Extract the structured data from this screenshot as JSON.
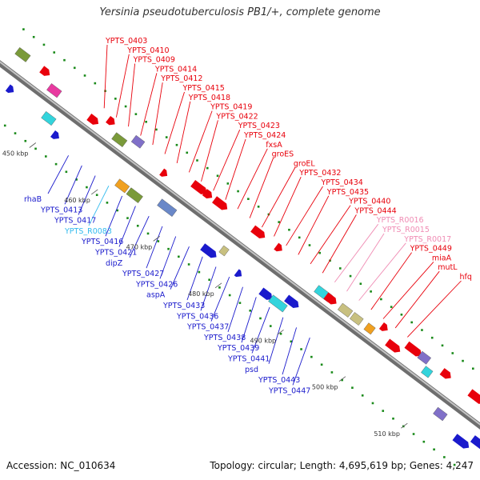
{
  "title": "Yersinia pseudotuberculosis PB1/+, complete genome",
  "footer": {
    "accession": "Accession: NC_010634",
    "summary": "Topology: circular; Length: 4,695,619 bp; Genes: 4,247"
  },
  "colors": {
    "forward_gene": "#e8000b",
    "reverse_gene": "#0000dd",
    "rna_gene": "#f08cb4",
    "tRNA_label": "#33bbee",
    "backbone": "#8a8a8a"
  },
  "ticks": [
    "450 kbp",
    "460 kbp",
    "470 kbp",
    "480 kbp",
    "490 kbp",
    "500 kbp",
    "510 kbp"
  ],
  "outer_labels": [
    {
      "text": "YPTS_0403",
      "color": "red"
    },
    {
      "text": "YPTS_0410",
      "color": "red"
    },
    {
      "text": "YPTS_0409",
      "color": "red"
    },
    {
      "text": "YPTS_0414",
      "color": "red"
    },
    {
      "text": "YPTS_0412",
      "color": "red"
    },
    {
      "text": "YPTS_0415",
      "color": "red"
    },
    {
      "text": "YPTS_0418",
      "color": "red"
    },
    {
      "text": "YPTS_0419",
      "color": "red"
    },
    {
      "text": "YPTS_0422",
      "color": "red"
    },
    {
      "text": "YPTS_0423",
      "color": "red"
    },
    {
      "text": "YPTS_0424",
      "color": "red"
    },
    {
      "text": "fxsA",
      "color": "red"
    },
    {
      "text": "groES",
      "color": "red"
    },
    {
      "text": "groEL",
      "color": "red"
    },
    {
      "text": "YPTS_0432",
      "color": "red"
    },
    {
      "text": "YPTS_0434",
      "color": "red"
    },
    {
      "text": "YPTS_0435",
      "color": "red"
    },
    {
      "text": "YPTS_0440",
      "color": "red"
    },
    {
      "text": "YPTS_0444",
      "color": "red"
    },
    {
      "text": "YPTS_R0016",
      "color": "pink"
    },
    {
      "text": "YPTS_R0015",
      "color": "pink"
    },
    {
      "text": "YPTS_R0017",
      "color": "pink"
    },
    {
      "text": "YPTS_0449",
      "color": "red"
    },
    {
      "text": "miaA",
      "color": "red"
    },
    {
      "text": "mutL",
      "color": "red"
    },
    {
      "text": "hfq",
      "color": "red"
    }
  ],
  "inner_labels": [
    {
      "text": "rhaB",
      "color": "blue"
    },
    {
      "text": "YPTS_0413",
      "color": "blue"
    },
    {
      "text": "YPTS_0417",
      "color": "blue"
    },
    {
      "text": "YPTS_R0083",
      "color": "cyan"
    },
    {
      "text": "YPTS_0416",
      "color": "blue"
    },
    {
      "text": "YPTS_0421",
      "color": "blue"
    },
    {
      "text": "dipZ",
      "color": "blue"
    },
    {
      "text": "YPTS_0427",
      "color": "blue"
    },
    {
      "text": "YPTS_0426",
      "color": "blue"
    },
    {
      "text": "aspA",
      "color": "blue"
    },
    {
      "text": "YPTS_0433",
      "color": "blue"
    },
    {
      "text": "YPTS_0436",
      "color": "blue"
    },
    {
      "text": "YPTS_0437",
      "color": "blue"
    },
    {
      "text": "YPTS_0438",
      "color": "blue"
    },
    {
      "text": "YPTS_0439",
      "color": "blue"
    },
    {
      "text": "YPTS_0441",
      "color": "blue"
    },
    {
      "text": "psd",
      "color": "blue"
    },
    {
      "text": "YPTS_0443",
      "color": "blue"
    },
    {
      "text": "YPTS_0447",
      "color": "blue"
    }
  ]
}
